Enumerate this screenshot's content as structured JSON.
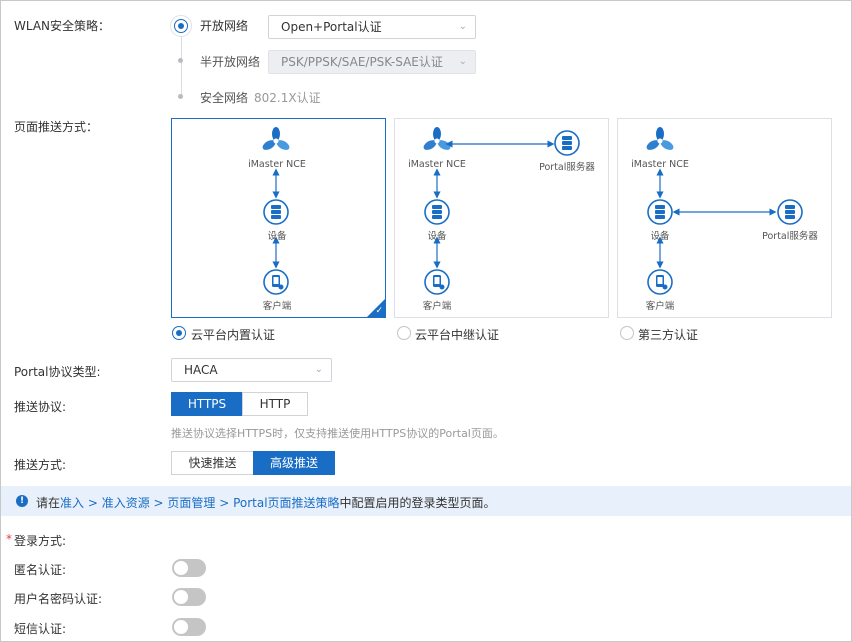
{
  "wlan_policy": {
    "label": "WLAN安全策略：",
    "options": [
      {
        "label": "开放网络",
        "selected": true,
        "select_value": "Open+Portal认证"
      },
      {
        "label": "半开放网络",
        "selected": false,
        "select_value": "PSK/PPSK/SAE/PSK-SAE认证"
      },
      {
        "label": "安全网络",
        "selected": false,
        "note": "802.1X认证"
      }
    ]
  },
  "push_mode_page": {
    "label": "页面推送方式：",
    "cards": [
      {
        "option_label": "云平台内置认证",
        "selected": true,
        "nce": "iMaster NCE",
        "device": "设备",
        "client": "客户端",
        "portal": ""
      },
      {
        "option_label": "云平台中继认证",
        "selected": false,
        "nce": "iMaster NCE",
        "device": "设备",
        "client": "客户端",
        "portal": "Portal服务器"
      },
      {
        "option_label": "第三方认证",
        "selected": false,
        "nce": "iMaster NCE",
        "device": "设备",
        "client": "客户端",
        "portal": "Portal服务器"
      }
    ]
  },
  "portal_protocol": {
    "label": "Portal协议类型:",
    "value": "HACA"
  },
  "push_protocol": {
    "label": "推送协议:",
    "options": [
      "HTTPS",
      "HTTP"
    ],
    "selected": "HTTPS",
    "hint": "推送协议选择HTTPS时，仅支持推送使用HTTPS协议的Portal页面。"
  },
  "push_method": {
    "label": "推送方式:",
    "options": [
      "快速推送",
      "高级推送"
    ],
    "selected": "高级推送"
  },
  "info": {
    "prefix": "请在",
    "path": "准入 > 准入资源 > 页面管理 > Portal页面推送策略",
    "suffix": "中配置启用的登录类型页面。"
  },
  "login": {
    "label": "登录方式:",
    "required_mark": "*",
    "items": [
      {
        "label": "匿名认证:",
        "enabled": false
      },
      {
        "label": "用户名密码认证:",
        "enabled": false
      },
      {
        "label": "短信认证:",
        "enabled": false
      }
    ]
  },
  "colors": {
    "accent": "#1a6dc5",
    "info_bg": "#e8f1fb",
    "toggle_off": "#c5c5c5"
  },
  "icons": [
    "fan-icon",
    "device-icon",
    "client-icon",
    "server-icon",
    "info-icon",
    "check-icon",
    "chevron-down-icon"
  ]
}
